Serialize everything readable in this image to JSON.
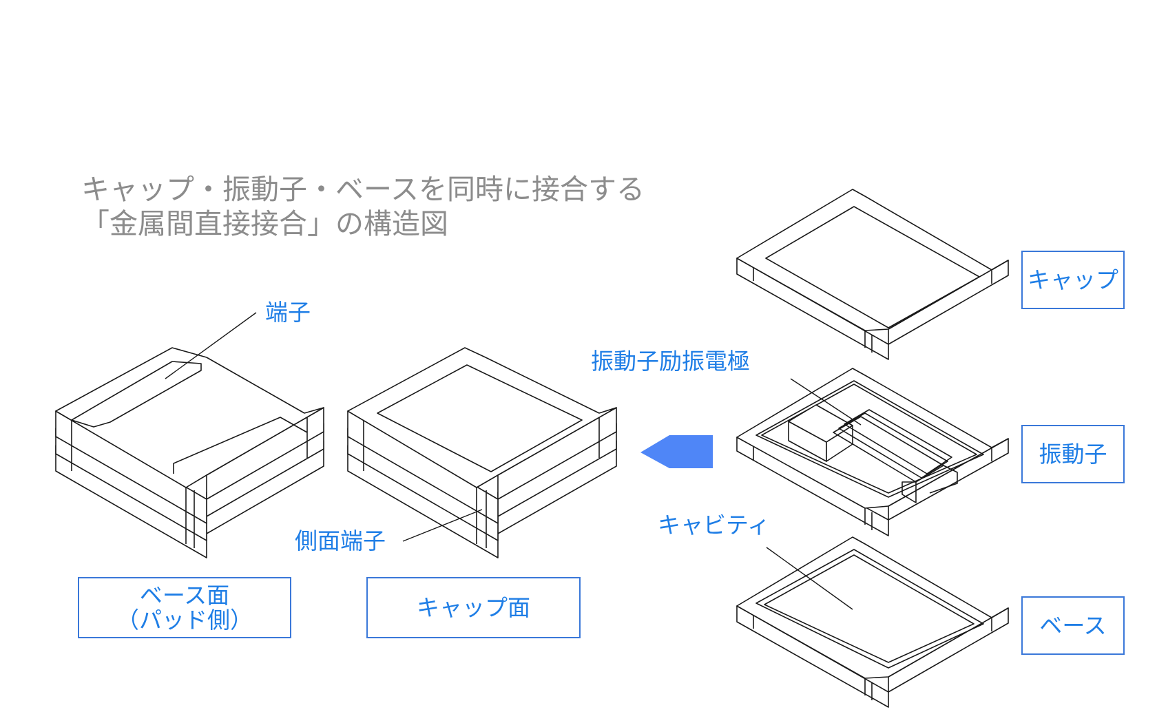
{
  "title": {
    "line1": "キャップ・振動子・ベースを同時に接合する",
    "line2": "「金属間直接接合」の構造図"
  },
  "labels": {
    "terminal": "端子",
    "side_terminal": "側面端子",
    "electrode": "振動子励振電極",
    "cavity": "キャビティ"
  },
  "boxes": {
    "base_face_line1": "ベース面",
    "base_face_line2": "（パッド側）",
    "cap_face": "キャップ面",
    "cap": "キャップ",
    "vibrator": "振動子",
    "base": "ベース"
  },
  "colors": {
    "accent": "#1f7ee6",
    "arrow": "#4f86f7",
    "title": "#8c8c8c"
  },
  "icons": {
    "assembly_arrow": "arrow-left-icon"
  }
}
